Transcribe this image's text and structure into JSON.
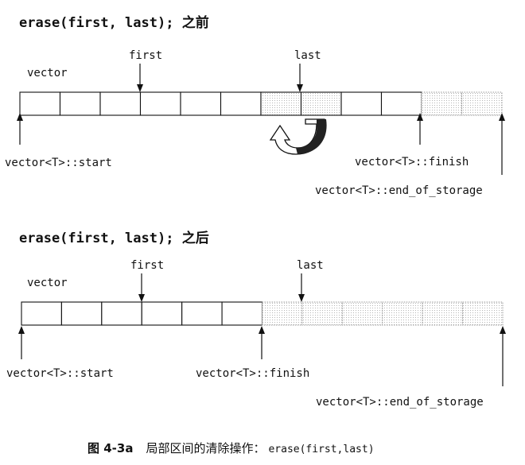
{
  "before": {
    "title": "erase(first, last); 之前",
    "vector_label": "vector",
    "first_label": "first",
    "last_label": "last",
    "start_label": "vector<T>::start",
    "finish_label": "vector<T>::finish",
    "eos_label": "vector<T>::end_of_storage",
    "cells_total": 12,
    "cells_used": 10,
    "cells_erased_from": 6,
    "cells_erased_to": 8
  },
  "after": {
    "title": "erase(first, last); 之后",
    "vector_label": "vector",
    "first_label": "first",
    "last_label": "last",
    "start_label": "vector<T>::start",
    "finish_label": "vector<T>::finish",
    "eos_label": "vector<T>::end_of_storage",
    "cells_total": 12,
    "cells_used": 6
  },
  "caption": {
    "figure": "图 4-3a",
    "text": "局部区间的清除操作：",
    "code": "erase(first,last)"
  },
  "colors": {
    "line": "#111111",
    "dotted": "#9a9a9a",
    "shade": "#d8d8d8"
  }
}
